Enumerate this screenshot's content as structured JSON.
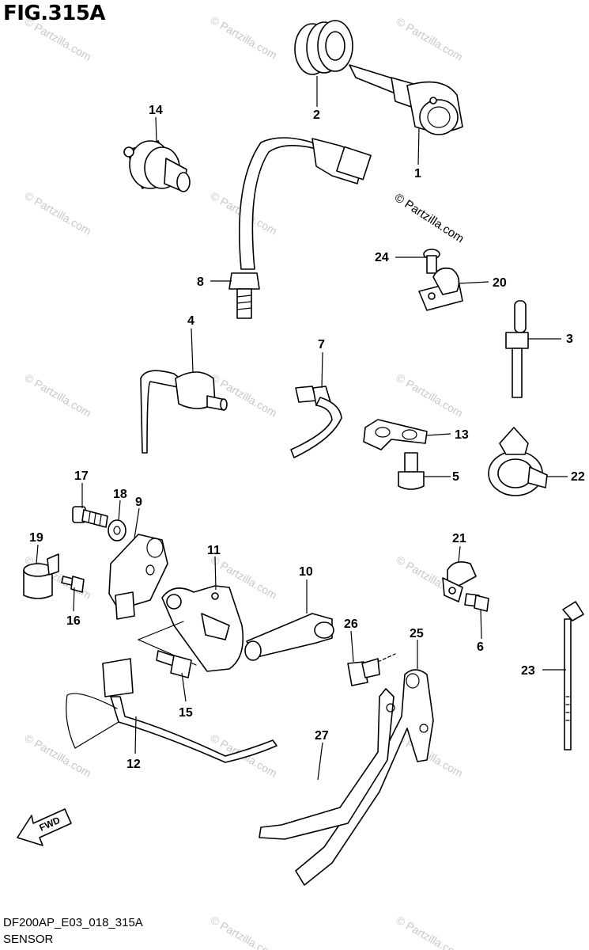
{
  "figure": {
    "title": "FIG.315A",
    "code": "DF200AP_E03_018_315A",
    "section": "SENSOR"
  },
  "watermark": {
    "text": "© Partzilla.com"
  },
  "fwd_arrow": {
    "label": "FWD"
  },
  "callouts": [
    {
      "id": "1",
      "label": "1"
    },
    {
      "id": "2",
      "label": "2"
    },
    {
      "id": "3",
      "label": "3"
    },
    {
      "id": "4",
      "label": "4"
    },
    {
      "id": "5",
      "label": "5"
    },
    {
      "id": "6",
      "label": "6"
    },
    {
      "id": "7",
      "label": "7"
    },
    {
      "id": "8",
      "label": "8"
    },
    {
      "id": "9",
      "label": "9"
    },
    {
      "id": "10",
      "label": "10"
    },
    {
      "id": "11",
      "label": "11"
    },
    {
      "id": "12",
      "label": "12"
    },
    {
      "id": "13",
      "label": "13"
    },
    {
      "id": "14",
      "label": "14"
    },
    {
      "id": "15",
      "label": "15"
    },
    {
      "id": "16",
      "label": "16"
    },
    {
      "id": "17",
      "label": "17"
    },
    {
      "id": "18",
      "label": "18"
    },
    {
      "id": "19",
      "label": "19"
    },
    {
      "id": "20",
      "label": "20"
    },
    {
      "id": "21",
      "label": "21"
    },
    {
      "id": "22",
      "label": "22"
    },
    {
      "id": "23",
      "label": "23"
    },
    {
      "id": "24",
      "label": "24"
    },
    {
      "id": "25",
      "label": "25"
    },
    {
      "id": "26",
      "label": "26"
    },
    {
      "id": "27",
      "label": "27"
    }
  ]
}
